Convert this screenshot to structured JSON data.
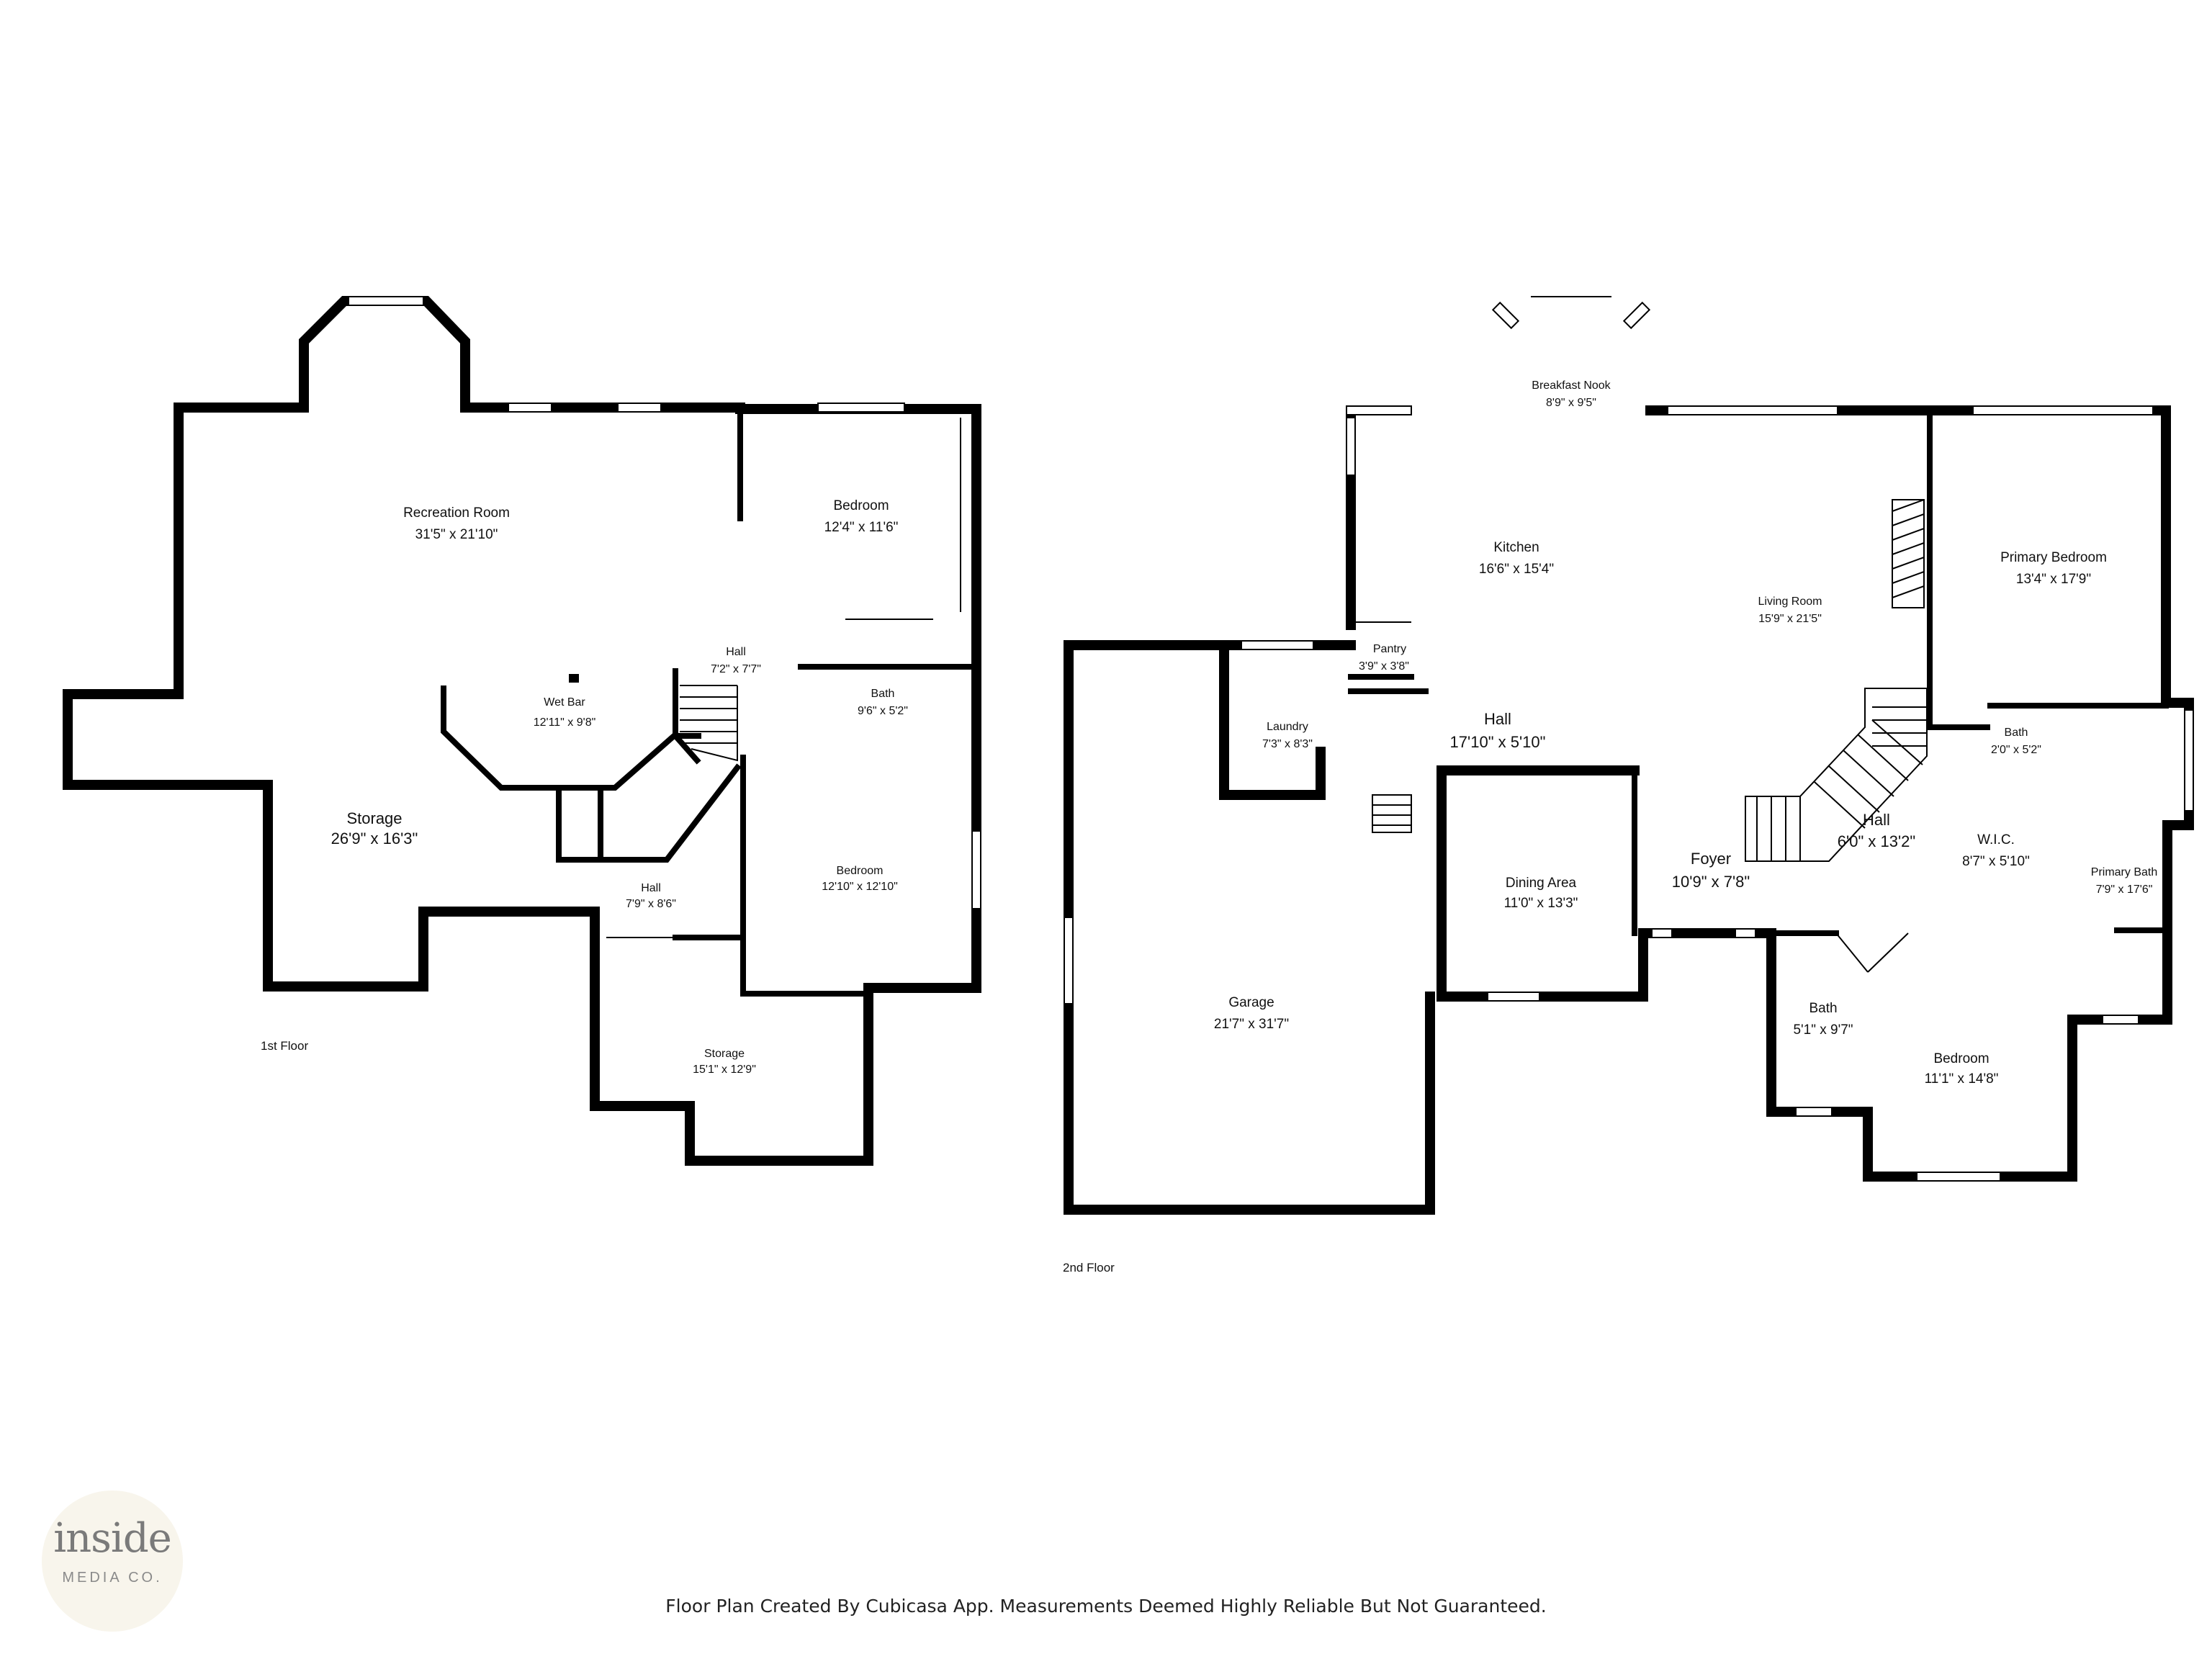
{
  "floors": [
    {
      "label": "1st Floor",
      "rooms": [
        {
          "name": "Recreation Room",
          "dims": "31'5\" x 21'10\""
        },
        {
          "name": "Bedroom",
          "dims": "12'4\" x 11'6\""
        },
        {
          "name": "Hall",
          "dims": "7'2\" x 7'7\""
        },
        {
          "name": "Bath",
          "dims": "9'6\" x 5'2\""
        },
        {
          "name": "Wet Bar",
          "dims": "12'11\" x 9'8\""
        },
        {
          "name": "Storage",
          "dims": "26'9\" x 16'3\""
        },
        {
          "name": "Bedroom",
          "dims": "12'10\" x 12'10\""
        },
        {
          "name": "Hall",
          "dims": "7'9\" x 8'6\""
        },
        {
          "name": "Storage",
          "dims": "15'1\" x 12'9\""
        }
      ]
    },
    {
      "label": "2nd Floor",
      "rooms": [
        {
          "name": "Breakfast Nook",
          "dims": "8'9\" x 9'5\""
        },
        {
          "name": "Kitchen",
          "dims": "16'6\" x 15'4\""
        },
        {
          "name": "Living Room",
          "dims": "15'9\" x 21'5\""
        },
        {
          "name": "Primary Bedroom",
          "dims": "13'4\" x 17'9\""
        },
        {
          "name": "Pantry",
          "dims": "3'9\" x 3'8\""
        },
        {
          "name": "Laundry",
          "dims": "7'3\" x 8'3\""
        },
        {
          "name": "Hall",
          "dims": "17'10\" x 5'10\""
        },
        {
          "name": "Bath",
          "dims": "2'0\" x 5'2\""
        },
        {
          "name": "Hall",
          "dims": "6'0\" x 13'2\""
        },
        {
          "name": "W.I.C.",
          "dims": "8'7\" x 5'10\""
        },
        {
          "name": "Primary Bath",
          "dims": "7'9\" x 17'6\""
        },
        {
          "name": "Foyer",
          "dims": "10'9\" x 7'8\""
        },
        {
          "name": "Dining Area",
          "dims": "11'0\" x 13'3\""
        },
        {
          "name": "Garage",
          "dims": "21'7\" x 31'7\""
        },
        {
          "name": "Bath",
          "dims": "5'1\" x 9'7\""
        },
        {
          "name": "Bedroom",
          "dims": "11'1\" x 14'8\""
        }
      ]
    }
  ],
  "disclaimer": "Floor Plan Created By Cubicasa App. Measurements Deemed Highly Reliable But Not Guaranteed.",
  "logo": {
    "word": "inside",
    "sub": "MEDIA CO."
  }
}
